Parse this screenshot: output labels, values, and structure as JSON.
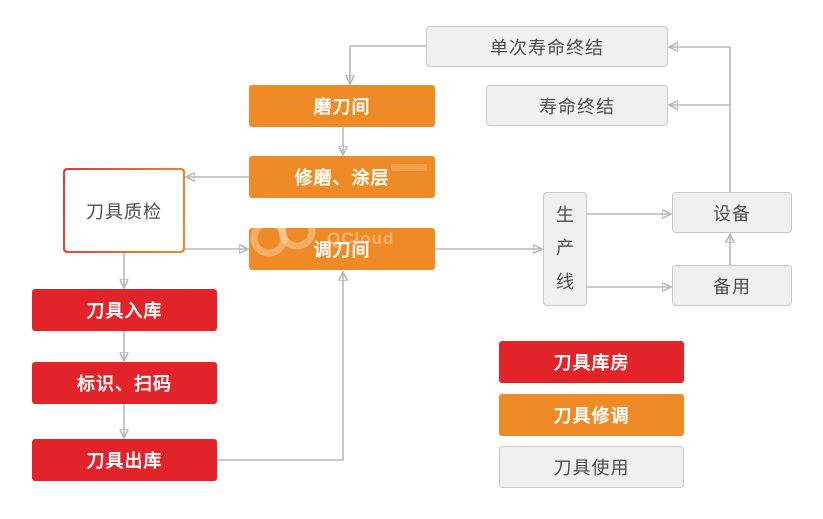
{
  "nodes": {
    "single_life_end": {
      "label": "单次寿命终结"
    },
    "life_end": {
      "label": "寿命终结"
    },
    "grinding_room": {
      "label": "磨刀间"
    },
    "repair_coating": {
      "label": "修磨、涂层"
    },
    "tool_inspection": {
      "label": "刀具质检"
    },
    "tool_adjust_room": {
      "label": "调刀间"
    },
    "production_line": {
      "label": "生产线"
    },
    "equipment": {
      "label": "设备"
    },
    "backup": {
      "label": "备用"
    },
    "tool_inbound": {
      "label": "刀具入库"
    },
    "mark_scan": {
      "label": "标识、扫码"
    },
    "tool_outbound": {
      "label": "刀具出库"
    }
  },
  "legend": {
    "tool_warehouse": {
      "label": "刀具库房",
      "color": "#E3232A"
    },
    "tool_repair": {
      "label": "刀具修调",
      "color": "#EF8B27"
    },
    "tool_usage": {
      "label": "刀具使用",
      "color": "#F0F0F0"
    }
  },
  "watermark": {
    "text": "QCloud"
  },
  "colors": {
    "red": "#E3232A",
    "orange": "#EF8B27",
    "gray_fill": "#F0F0F0",
    "gray_border": "#C9C9C9",
    "connector_line": "#B5B8BB",
    "arrowhead": "#A9ACB0",
    "dark_text": "#4D4D4D",
    "inspection_border_left": "#E13A3C",
    "inspection_border_right": "#EF8B27"
  }
}
